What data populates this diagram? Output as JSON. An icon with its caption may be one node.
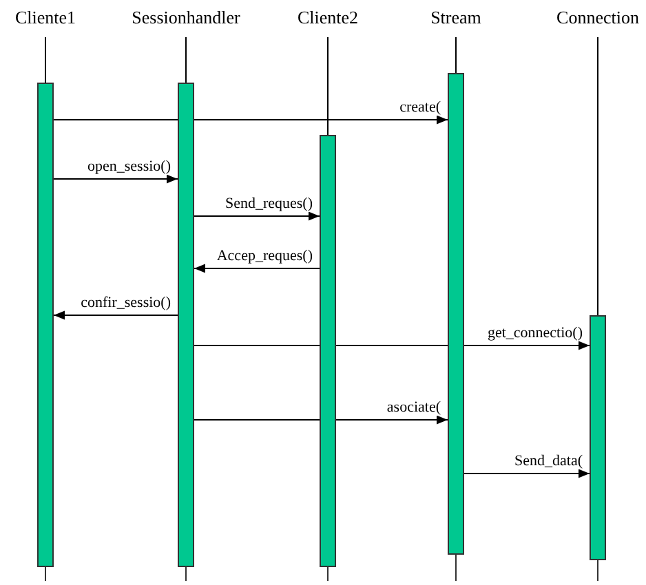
{
  "diagram": {
    "nodes": [
      {
        "text": [
          "Cliente1"
        ]
      },
      {
        "text": [
          "Sessionhandler"
        ]
      },
      {
        "text": [
          "Cliente2"
        ]
      },
      {
        "text": [
          "Stream"
        ]
      },
      {
        "text": [
          "Connection"
        ]
      },
      {
        "text": [],
        "shape": "bar"
      },
      {
        "text": [],
        "shape": "bar"
      },
      {
        "text": [],
        "shape": "bar"
      },
      {
        "text": [],
        "shape": "bar"
      },
      {
        "text": [],
        "shape": "bar"
      }
    ],
    "edges": [
      {
        "from": 0,
        "to": 5,
        "arrow": "none"
      },
      {
        "from": 1,
        "to": 6,
        "arrow": "none"
      },
      {
        "from": 2,
        "to": 7,
        "arrow": "none"
      },
      {
        "from": 3,
        "to": 8,
        "arrow": "none"
      },
      {
        "from": 4,
        "to": 9,
        "arrow": "none"
      },
      {
        "from": 5,
        "to": 8,
        "label": "create(",
        "arrow": "to"
      },
      {
        "from": 5,
        "to": 6,
        "label": "open_sessio()",
        "arrow": "to"
      },
      {
        "from": 6,
        "to": 7,
        "label": "Send_reques()",
        "arrow": "to"
      },
      {
        "from": 7,
        "to": 6,
        "label": "Accep_reques()",
        "arrow": "to"
      },
      {
        "from": 6,
        "to": 5,
        "label": "confir_sessio()",
        "arrow": "to"
      },
      {
        "from": 6,
        "to": 9,
        "label": "get_connectio()",
        "arrow": "to"
      },
      {
        "from": 6,
        "to": 8,
        "label": "asociate(",
        "arrow": "to"
      },
      {
        "from": 8,
        "to": 9,
        "label": "Send_data(",
        "arrow": "to"
      }
    ]
  }
}
